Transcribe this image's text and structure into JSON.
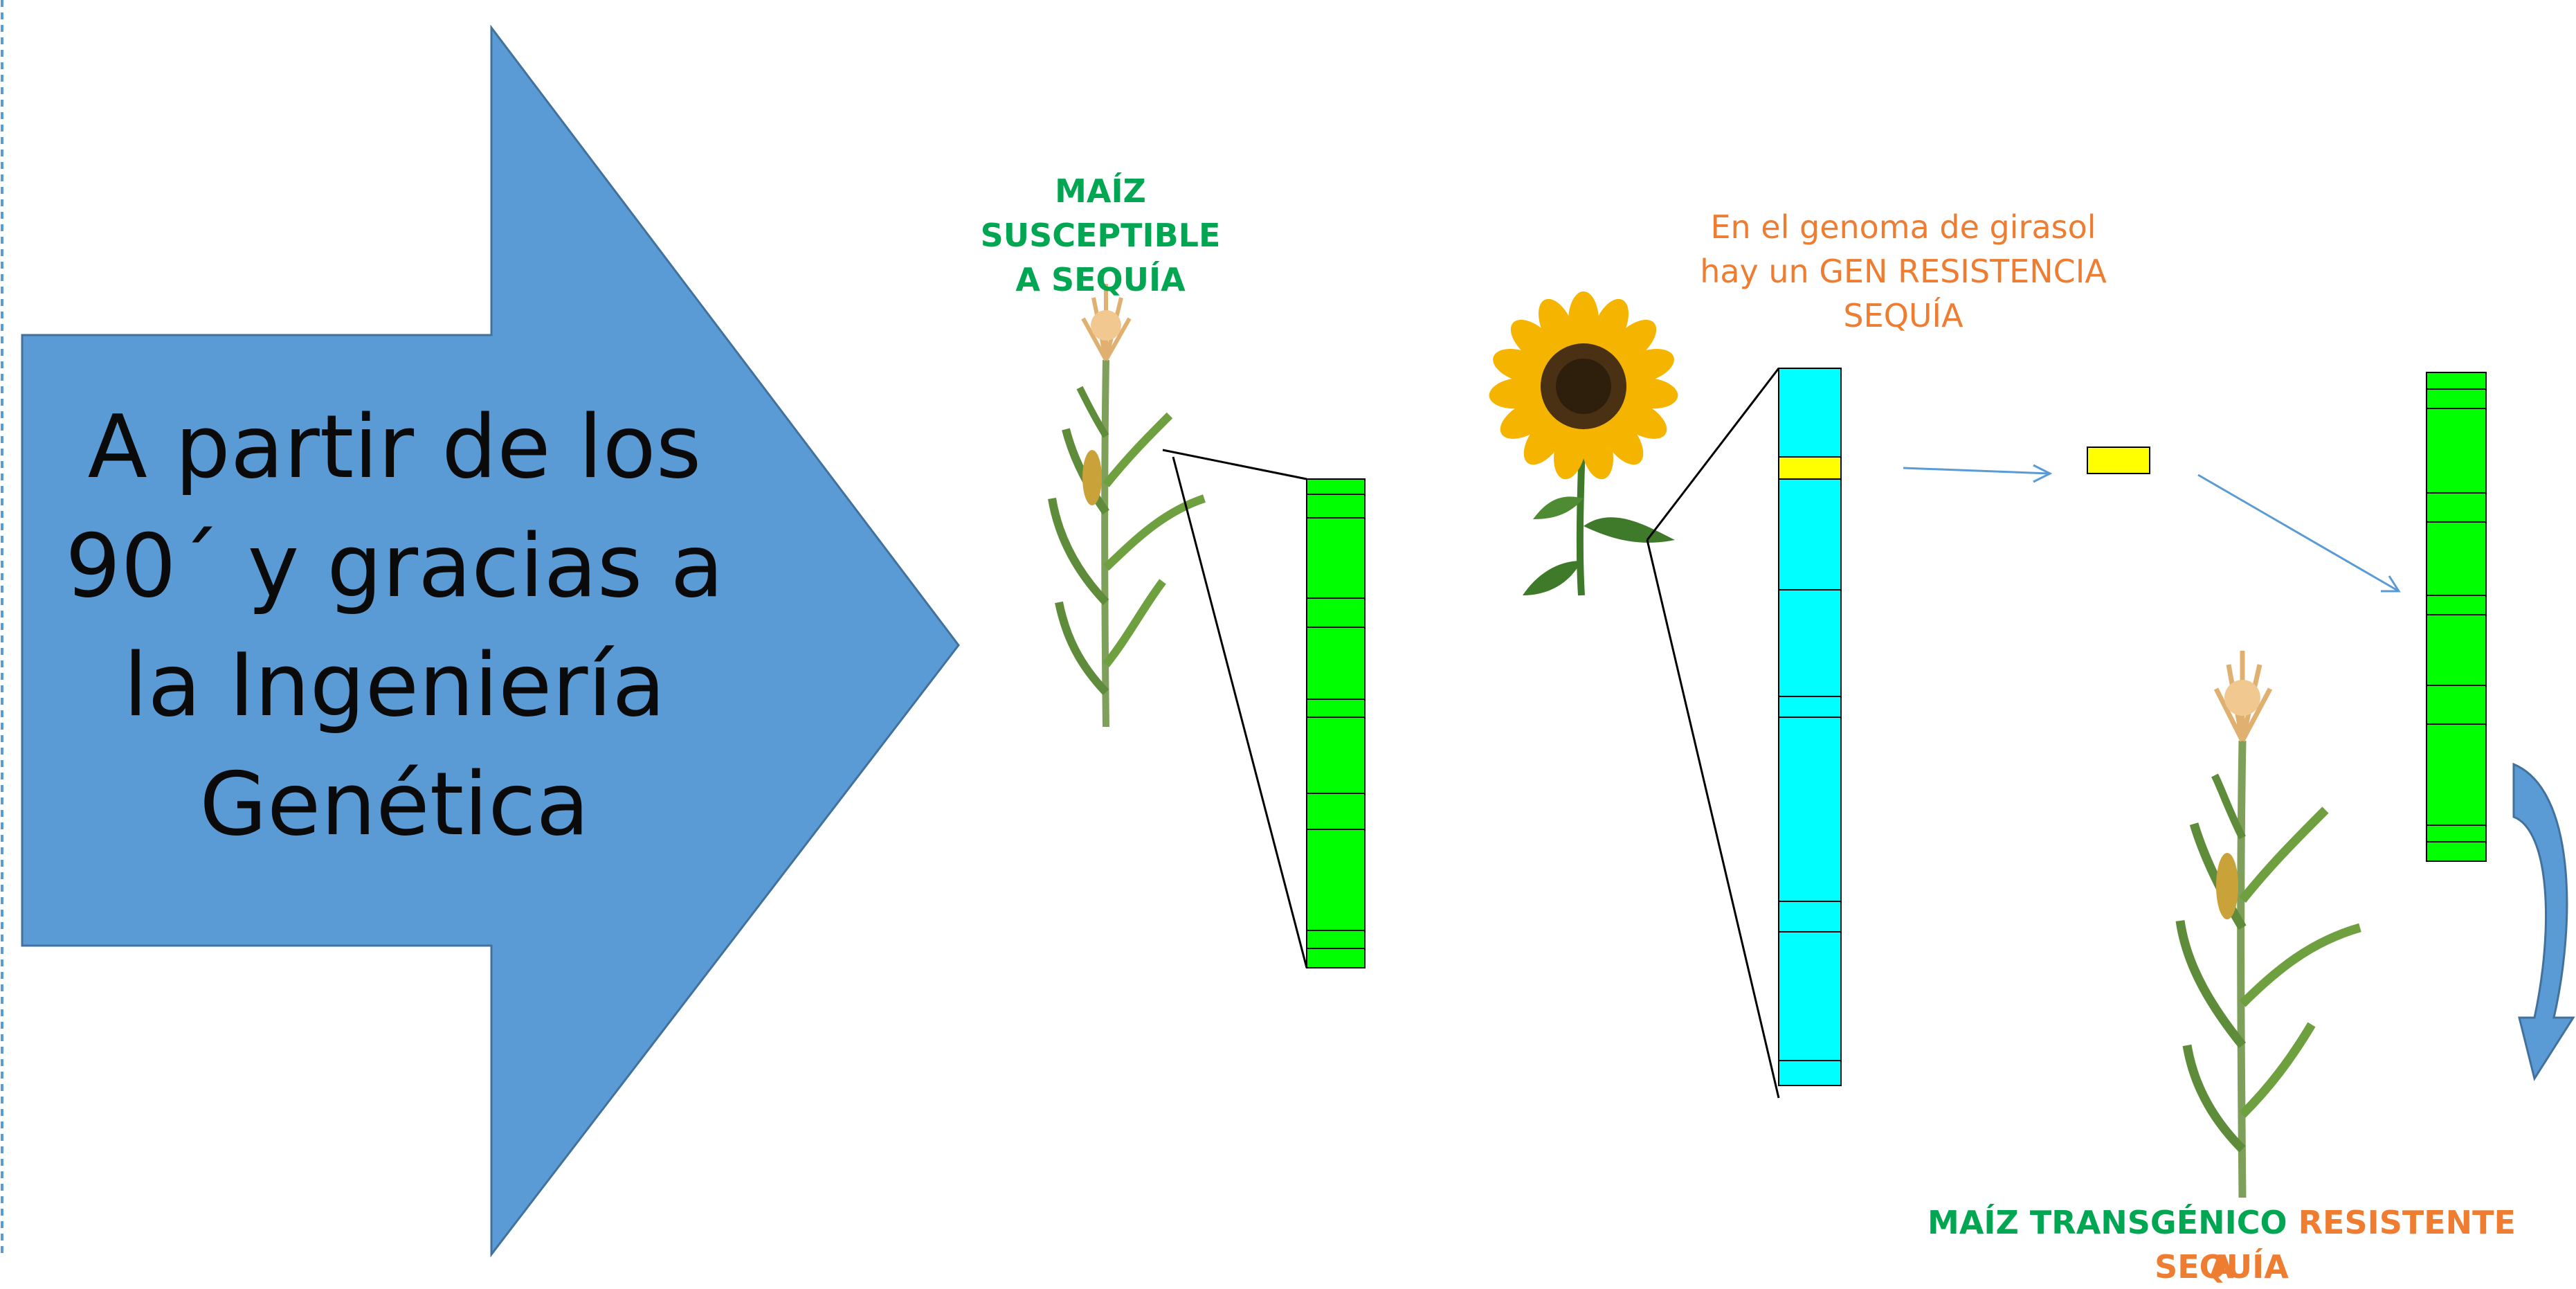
{
  "big_arrow": {
    "lines": [
      "A partir de los",
      "90´ y gracias a",
      "la Ingeniería",
      "Genética"
    ],
    "color": "#5B9BD5"
  },
  "label_susceptible": {
    "lines": [
      "MAÍZ SUSCEPTIBLE",
      "A SEQUÍA"
    ],
    "color": "#00A651"
  },
  "label_sunflower_gene": {
    "lines": [
      "En el genoma de girasol",
      "hay un GEN RESISTENCIA",
      "SEQUÍA"
    ],
    "color": "#EE7D31"
  },
  "label_result": {
    "part1": "MAÍZ TRANSGÉNICO",
    "part2": "RESISTENTE A",
    "part3": "SEQUÍA",
    "color1": "#00A651",
    "color2": "#EE7D31"
  },
  "colors": {
    "maize_chromosome": "#00FF00",
    "sunflower_chromosome": "#00FFFF",
    "gene_highlight": "#FFFF00",
    "flow_arrow": "#5B9BD5",
    "curved_arrow": "#4A7EBB"
  },
  "icons": [
    "maize-plant-icon",
    "sunflower-icon",
    "transgenic-maize-plant-icon"
  ]
}
